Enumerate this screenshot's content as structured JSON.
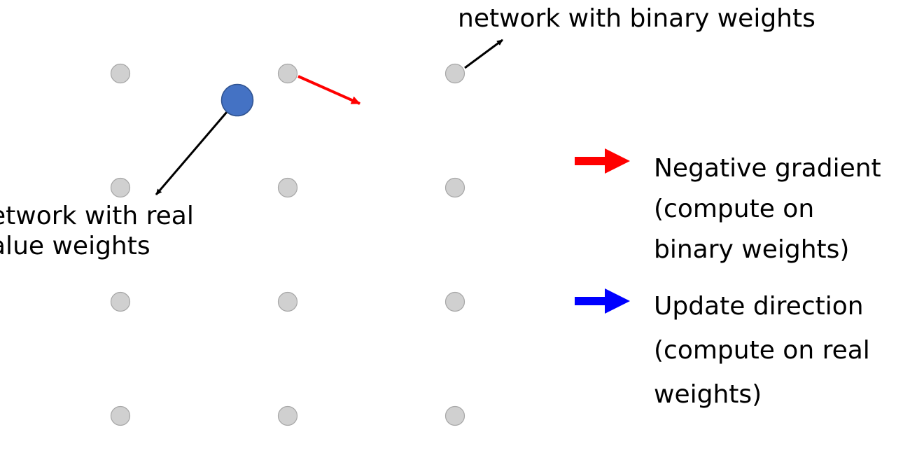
{
  "labels": {
    "binary_network": "network with binary weights",
    "real_network_line1": "etwork with real",
    "real_network_line2": "alue weights"
  },
  "legend": {
    "negative_gradient": {
      "lines": [
        "Negative gradient",
        "(compute on",
        "binary weights)"
      ],
      "color": "#ff0000"
    },
    "update_direction": {
      "lines": [
        "Update direction",
        "(compute on real",
        "weights)"
      ],
      "color": "#0000ff"
    }
  },
  "colors": {
    "grid_point_fill": "#d0d0d0",
    "grid_point_stroke": "#a6a6a6",
    "real_point_fill": "#4472c4",
    "real_point_stroke": "#2f528f",
    "pointer_arrow": "#000000",
    "gradient_arrow": "#ff0000"
  }
}
